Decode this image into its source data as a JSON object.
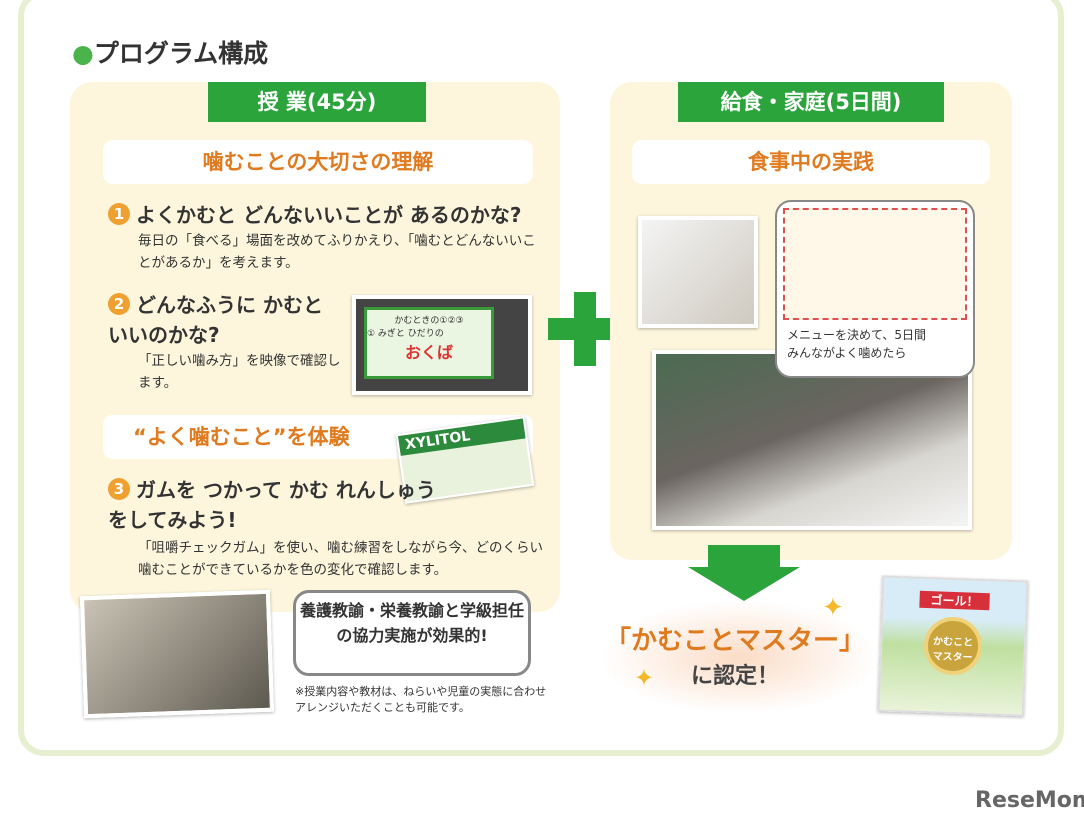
{
  "title": "プログラム構成",
  "left": {
    "tab": "授 業(45分)",
    "section1": "噛むことの大切さの理解",
    "items": [
      {
        "num": "1",
        "heading": "よくかむと どんないいことが あるのかな?",
        "text": "毎日の「食べる」場面を改めてふりかえり、「噛むとどんないいことがあるか」を考えます。"
      },
      {
        "num": "2",
        "heading": "どんなふうに かむと いいのかな?",
        "text": "「正しい噛み方」を映像で確認します。"
      },
      {
        "num": "3",
        "heading": "ガムを つかって かむ れんしゅうをしてみよう!",
        "text": "「咀嚼チェックガム」を使い、噛む練習をしながら今、どのくらい噛むことができているかを色の変化で確認します。"
      }
    ],
    "screen_title": "かむときの①②③",
    "screen_line": "① みぎと ひだりの",
    "screen_big": "おくば",
    "section2": "“よく噛むこと”を体験",
    "gum_label": "XYLITOL",
    "bubble": "養護教諭・栄養教諭と学級担任の協力実施が効果的!",
    "note": "※授業内容や教材は、ねらいや児童の実態に合わせアレンジいただくことも可能です。"
  },
  "right": {
    "tab": "給食・家庭(5日間)",
    "section": "食事中の実践",
    "bubble": "メニューを決めて、5日間みんながよく噛めたら"
  },
  "result": {
    "line1": "「かむことマスター」",
    "line2": "に認定！"
  },
  "certificate": {
    "banner": "ゴール！",
    "medal": "かむこと マスター"
  },
  "logo": "ReseMom",
  "colors": {
    "green": "#2ba43c",
    "orange": "#e07a1e",
    "cream": "#fdf6dd"
  }
}
